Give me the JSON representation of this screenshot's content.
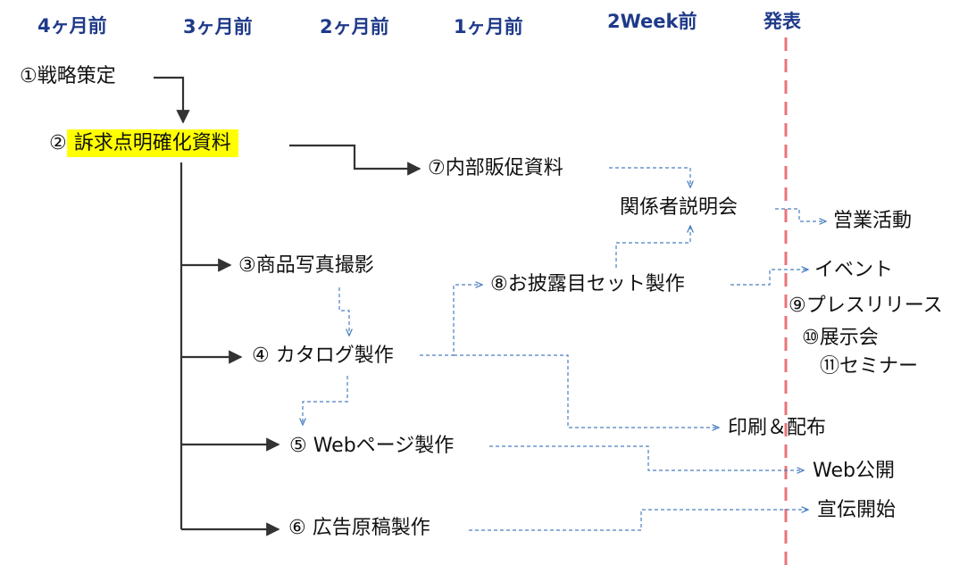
{
  "timeline_headers": [
    "4ヶ月前",
    "3ヶ月前",
    "2ヶ月前",
    "1ヶ月前",
    "2Week前",
    "発表"
  ],
  "nodes": {
    "strategy": "①戦略策定",
    "appeal_num": "②",
    "appeal": "訴求点明確化資料",
    "internal": "⑦内部販促資料",
    "stakeholder": "関係者説明会",
    "sales": "営業活動",
    "photo": "③商品写真撮影",
    "showcase": "⑧お披露目セット製作",
    "event": "イベント",
    "press": "⑨プレスリリース",
    "exhibition": "⑩展示会",
    "seminar": "⑪セミナー",
    "catalog": "④ カタログ製作",
    "print": "印刷＆配布",
    "web": "⑤ Webページ製作",
    "web_pub": "Web公開",
    "ad": "⑥ 広告原稿製作",
    "ad_start": "宣伝開始"
  },
  "colors": {
    "header": "#1f3a8a",
    "solid_arrow": "#333333",
    "dashed_arrow": "#4a7fc1",
    "release_line": "#e8747a",
    "highlight": "#ffff00"
  }
}
